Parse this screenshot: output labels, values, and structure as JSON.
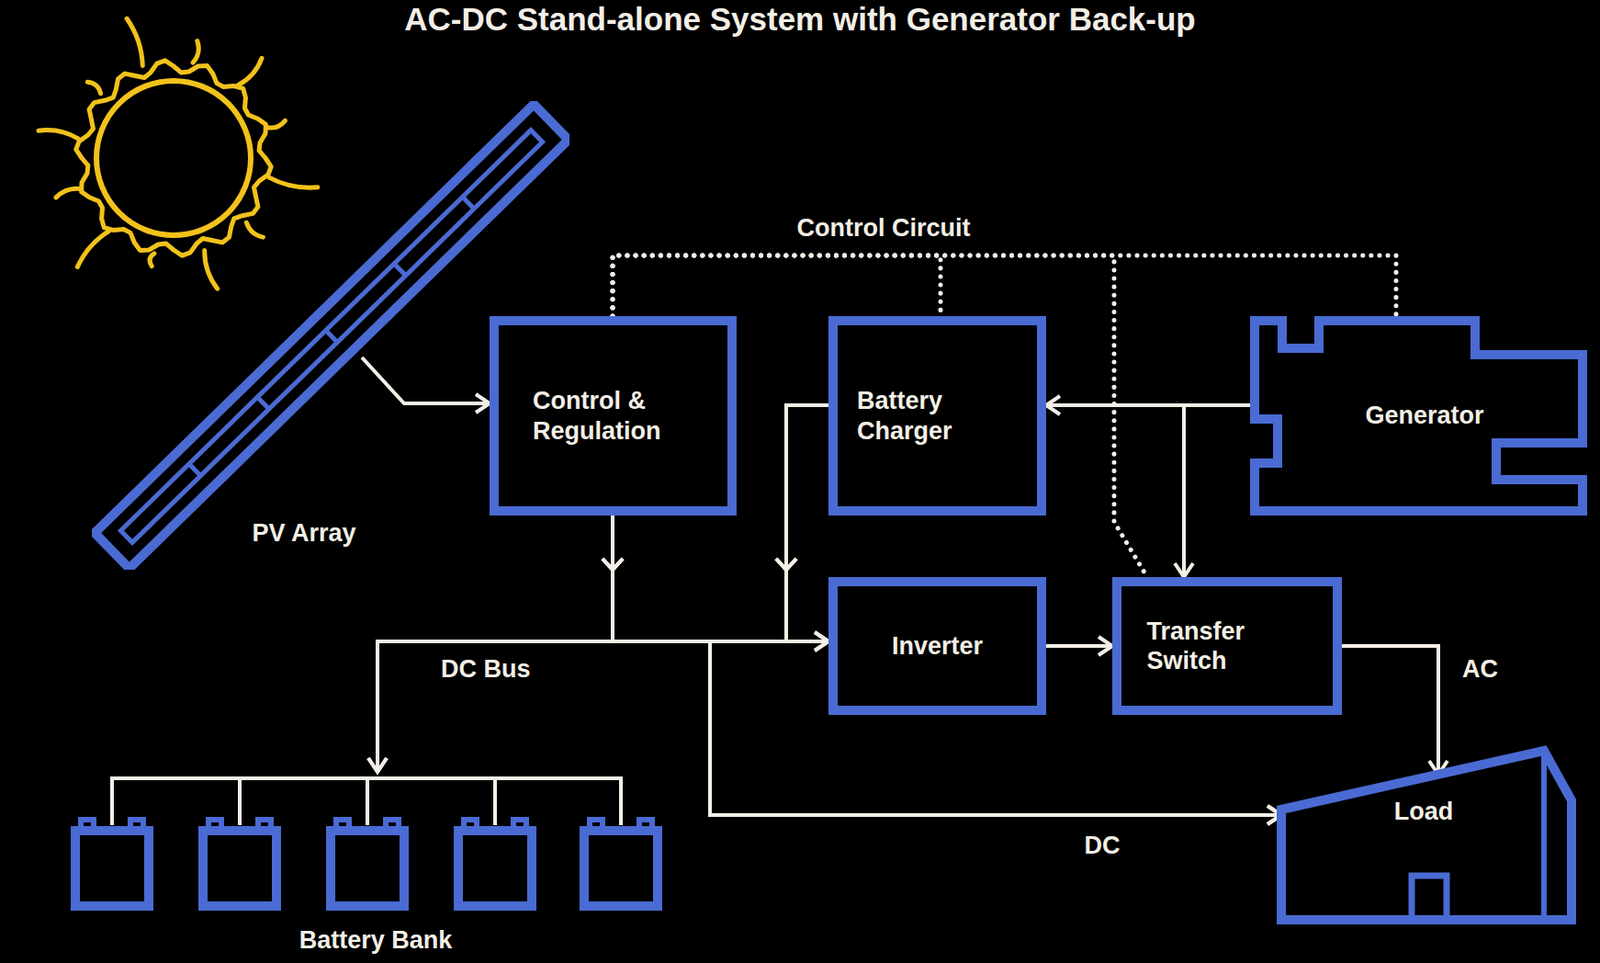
{
  "diagram": {
    "title": "AC-DC Stand-alone System with Generator Back-up",
    "nodes": [
      {
        "text": [
          "PV Array"
        ]
      },
      {
        "text": [
          "Control & Regulation"
        ]
      },
      {
        "text": [
          "Battery Charger"
        ]
      },
      {
        "text": [
          "Generator"
        ]
      },
      {
        "text": [
          "Inverter"
        ]
      },
      {
        "text": [
          "Transfer Switch"
        ]
      },
      {
        "text": [
          "Battery Bank"
        ]
      },
      {
        "text": [
          "Load"
        ]
      }
    ],
    "edges": [
      {
        "from": 0,
        "to": 1,
        "arrow": "to"
      },
      {
        "from": 1,
        "to": 6,
        "arrow": "to"
      },
      {
        "from": 1,
        "to": 4,
        "arrow": "to"
      },
      {
        "from": 1,
        "to": 7,
        "arrow": "to",
        "label": "DC"
      },
      {
        "from": 2,
        "to": 6,
        "arrow": "to"
      },
      {
        "from": 2,
        "to": 4,
        "arrow": "to"
      },
      {
        "from": 2,
        "to": 7,
        "arrow": "to"
      },
      {
        "from": 3,
        "to": 2,
        "arrow": "to"
      },
      {
        "from": 3,
        "to": 5,
        "arrow": "to"
      },
      {
        "from": 4,
        "to": 5,
        "arrow": "to"
      },
      {
        "from": 5,
        "to": 7,
        "arrow": "to",
        "label": "AC"
      },
      {
        "from": 1,
        "to": 2,
        "arrow": "none"
      },
      {
        "from": 1,
        "to": 5,
        "arrow": "none"
      },
      {
        "from": 1,
        "to": 3,
        "arrow": "none"
      }
    ],
    "labels": [
      "Control Circuit",
      "DC Bus"
    ]
  }
}
